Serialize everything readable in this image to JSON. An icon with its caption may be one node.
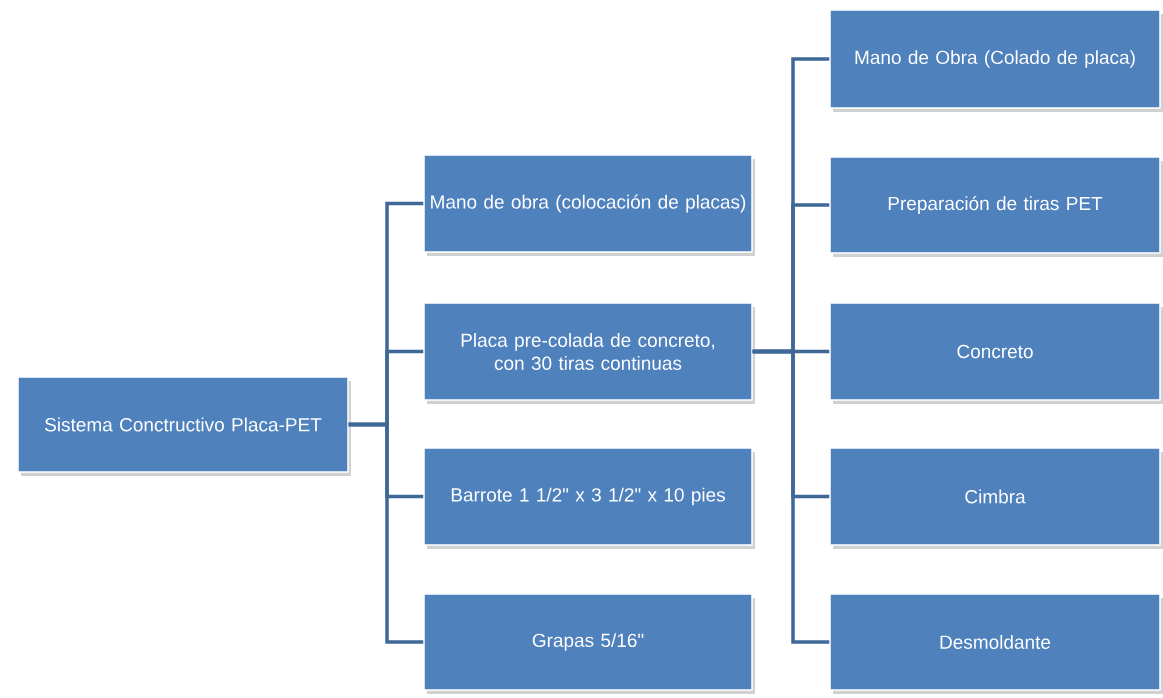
{
  "diagram": {
    "nodes": [
      {
        "text": [
          "Sistema Conctructivo Placa-PET"
        ]
      },
      {
        "text": [
          "Mano de obra (colocación de placas)"
        ]
      },
      {
        "text": [
          "Placa pre-colada de concreto, con 30 tiras continuas"
        ]
      },
      {
        "text": [
          "Barrote 1 1/2\" x 3 1/2\" x 10 pies"
        ]
      },
      {
        "text": [
          "Grapas 5/16\""
        ]
      },
      {
        "text": [
          "Mano de Obra (Colado de placa)"
        ]
      },
      {
        "text": [
          "Preparación de tiras PET"
        ]
      },
      {
        "text": [
          "Concreto"
        ]
      },
      {
        "text": [
          "Cimbra"
        ]
      },
      {
        "text": [
          "Desmoldante"
        ]
      }
    ],
    "edges": [
      {
        "from": 0,
        "to": 1,
        "arrow": "none"
      },
      {
        "from": 0,
        "to": 2,
        "arrow": "none"
      },
      {
        "from": 0,
        "to": 3,
        "arrow": "none"
      },
      {
        "from": 0,
        "to": 4,
        "arrow": "none"
      },
      {
        "from": 2,
        "to": 5,
        "arrow": "none"
      },
      {
        "from": 2,
        "to": 6,
        "arrow": "none"
      },
      {
        "from": 2,
        "to": 7,
        "arrow": "none"
      },
      {
        "from": 2,
        "to": 8,
        "arrow": "none"
      },
      {
        "from": 2,
        "to": 9,
        "arrow": "none"
      }
    ]
  }
}
